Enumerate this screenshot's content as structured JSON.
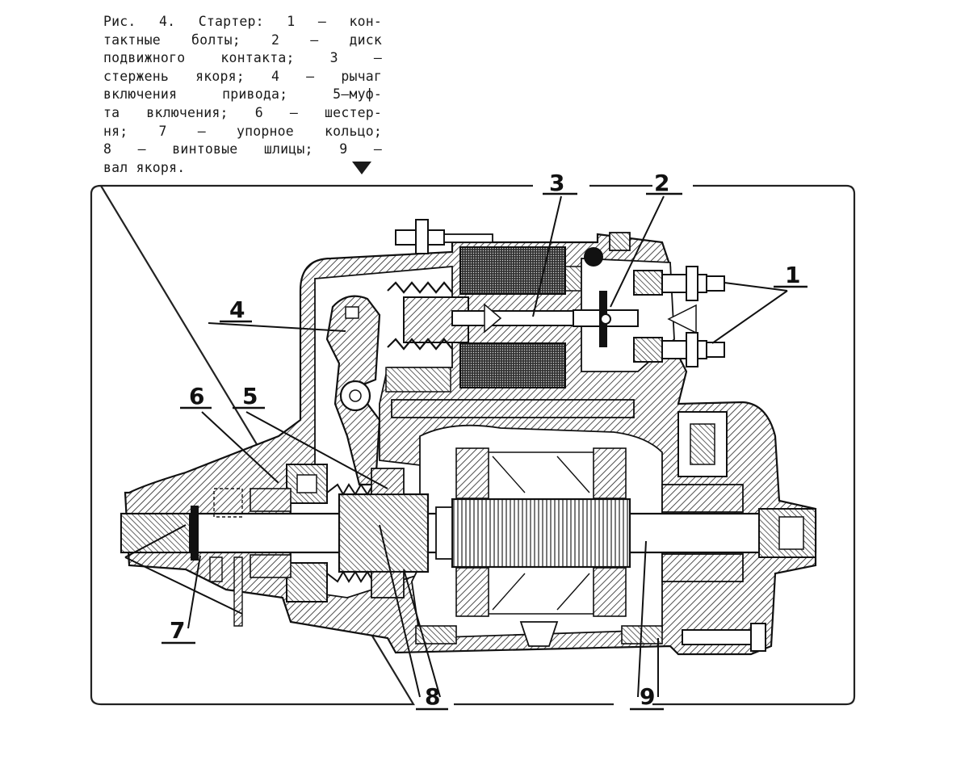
{
  "caption": {
    "lines": [
      "Рис. 4. Стартер: 1 — кон-",
      "тактные болты; 2 — диск",
      "подвижного контакта; 3 —",
      "стержень якоря; 4 — рычаг",
      "включения привода; 5—муф-",
      "та включения; 6 — шестер-",
      "ня; 7 — упорное кольцо;",
      "8 — винтовые шлицы; 9 —",
      "вал якоря."
    ]
  },
  "labels": {
    "l1": "1",
    "l2": "2",
    "l3": "3",
    "l4": "4",
    "l5": "5",
    "l6": "6",
    "l7": "7",
    "l8": "8",
    "l9": "9"
  }
}
